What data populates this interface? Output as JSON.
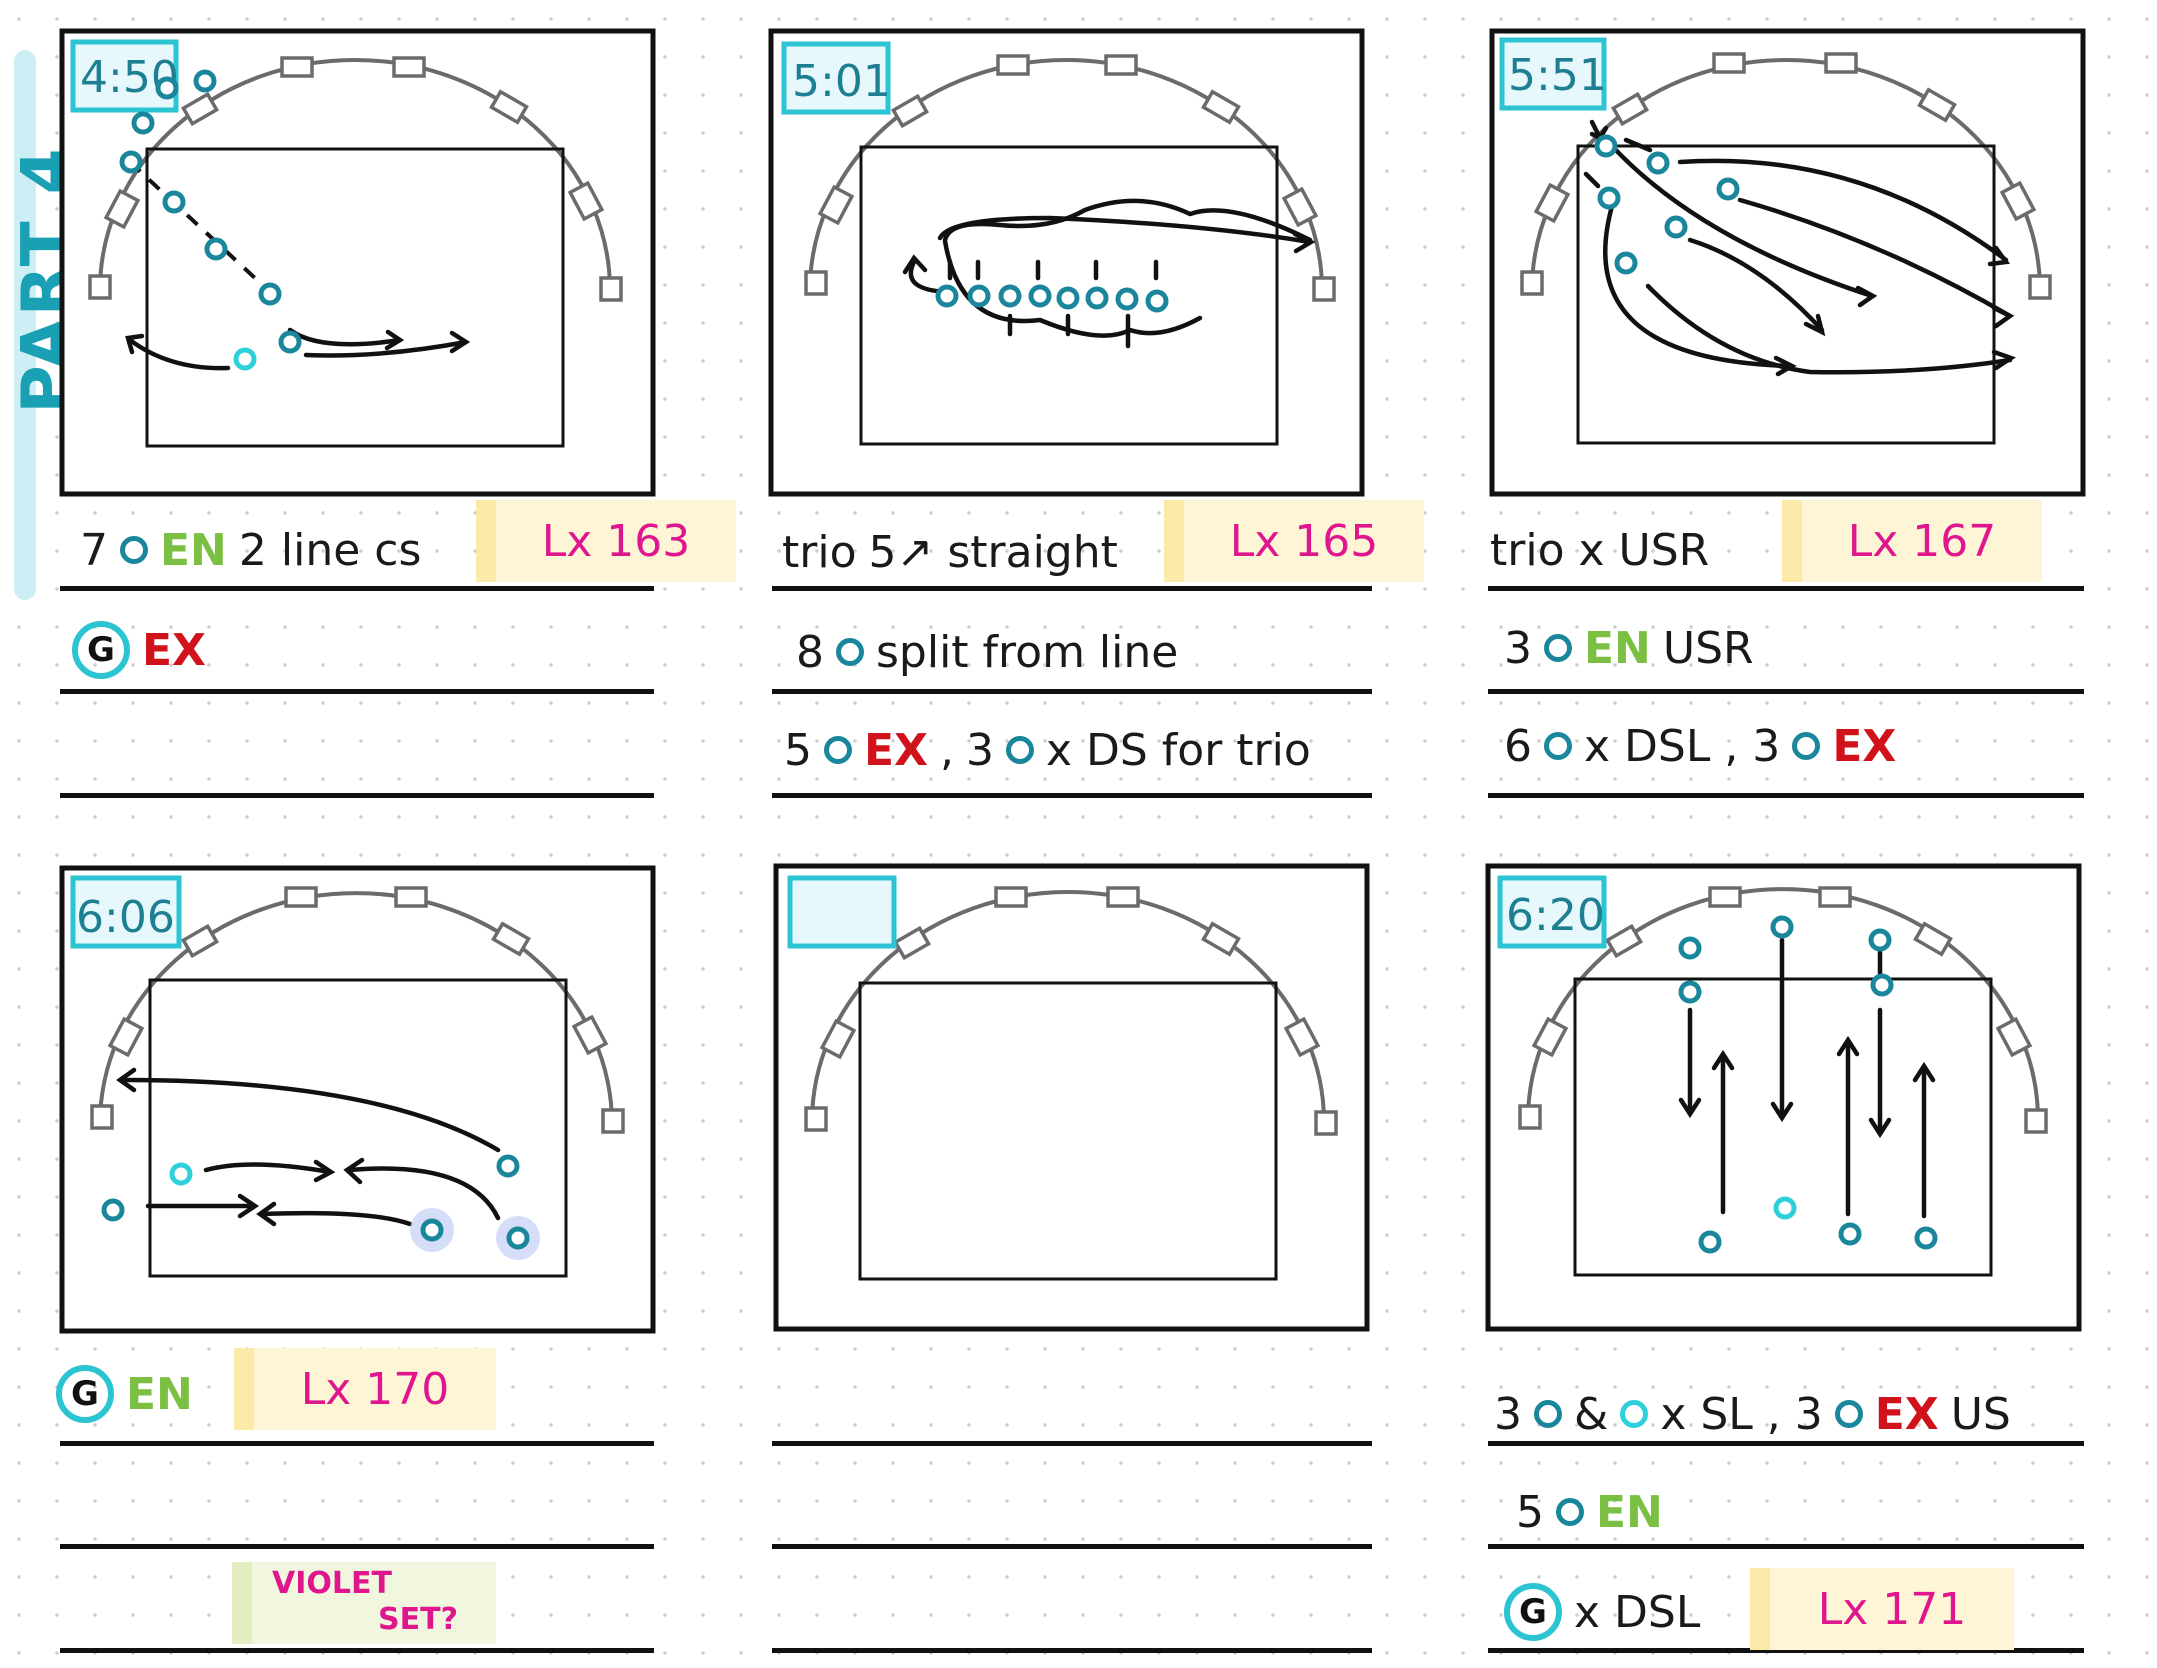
{
  "part_label": "PART 4",
  "panels": [
    {
      "time": "4:50",
      "lines": [
        [
          "7",
          "dot",
          "EN",
          "2 line cs"
        ],
        [
          "G",
          "EX"
        ],
        []
      ],
      "lx": "Lx 163"
    },
    {
      "time": "5:01",
      "lines": [
        [
          "trio",
          "5↗ straight"
        ],
        [
          "8",
          "dot",
          "split from line"
        ],
        [
          "5",
          "dot",
          "EX",
          ",",
          "3",
          "dot",
          "x DS for trio"
        ]
      ],
      "lx": "Lx 165"
    },
    {
      "time": "5:51",
      "lines": [
        [
          "trio x USR"
        ],
        [
          "3",
          "dot",
          "EN",
          "USR"
        ],
        [
          "6",
          "dot",
          "x DSL , 3",
          "dot",
          "EX"
        ]
      ],
      "lx": "Lx 167"
    },
    {
      "time": "6:06",
      "lines": [
        [
          "G",
          "EN"
        ],
        [],
        []
      ],
      "lx": "Lx 170",
      "note": [
        "VIOLET",
        "SET?"
      ]
    },
    {
      "time": "",
      "lines": [
        [],
        [],
        []
      ]
    },
    {
      "time": "6:20",
      "lines": [
        [
          "3",
          "dot",
          "&",
          "dot-light",
          "x SL , 3",
          "dot",
          "EX",
          "US"
        ],
        [
          "5",
          "dot",
          "EN"
        ],
        [
          "G",
          "x DSL"
        ]
      ],
      "lx": "Lx 171"
    }
  ],
  "colors": {
    "accent_cyan": "#2cc3d3",
    "performer_teal": "#1a869c",
    "performer_light": "#2ed0dc",
    "en_green": "#7bc043",
    "ex_red": "#d0121b",
    "lx_magenta": "#e0168f",
    "lx_highlight": "#fdf5d6"
  },
  "icons": [
    "performer-circle-icon",
    "speaker-icon",
    "g-badge-icon",
    "arrow-icon"
  ]
}
